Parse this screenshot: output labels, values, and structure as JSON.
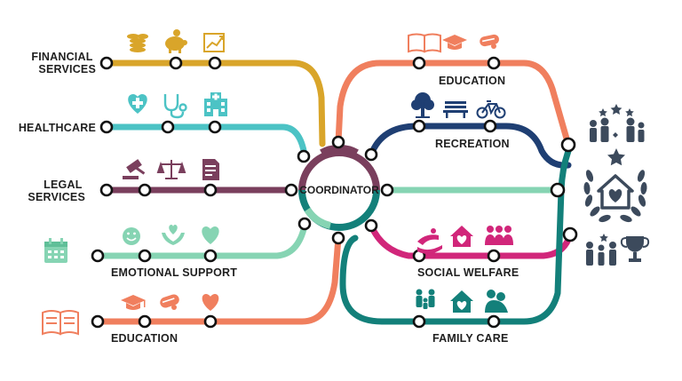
{
  "hub": {
    "label": "COORDINATOR"
  },
  "lines": [
    {
      "key": "financial",
      "label_lines": [
        "FINANCIAL",
        "SERVICES"
      ],
      "color": "#d9a52a",
      "icons": [
        "coin-stack-icon",
        "piggy-bank-icon",
        "growth-chart-icon"
      ]
    },
    {
      "key": "healthcare",
      "label_lines": [
        "HEALTHCARE"
      ],
      "color": "#4cc3c5",
      "icons": [
        "heart-cross-icon",
        "stethoscope-icon",
        "hospital-icon"
      ]
    },
    {
      "key": "legal",
      "label_lines": [
        "LEGAL",
        "SERVICES"
      ],
      "color": "#7a3f5d",
      "icons": [
        "gavel-icon",
        "scales-icon",
        "legal-document-icon"
      ]
    },
    {
      "key": "emotional",
      "label_lines": [
        "EMOTIONAL SUPPORT"
      ],
      "color": "#86d4b3",
      "icons": [
        "calendar-icon",
        "smiley-icon",
        "hands-heart-icon",
        "heart-icon"
      ]
    },
    {
      "key": "education_left",
      "label_lines": [
        "EDUCATION"
      ],
      "color": "#f07f5e",
      "icons": [
        "open-book-icon",
        "graduation-cap-icon",
        "diploma-icon",
        "heart-icon"
      ]
    },
    {
      "key": "education_right",
      "label_lines": [
        "EDUCATION"
      ],
      "color": "#f07f5e",
      "icons": [
        "open-book-icon",
        "graduation-cap-icon",
        "diploma-icon"
      ]
    },
    {
      "key": "recreation",
      "label_lines": [
        "RECREATION"
      ],
      "color": "#1f3f73",
      "icons": [
        "tree-icon",
        "park-bench-icon",
        "bicycle-icon"
      ]
    },
    {
      "key": "social",
      "label_lines": [
        "SOCIAL WELFARE"
      ],
      "color": "#d1267a",
      "icons": [
        "helping-hands-icon",
        "home-heart-icon",
        "community-icon"
      ]
    },
    {
      "key": "family",
      "label_lines": [
        "FAMILY CARE"
      ],
      "color": "#13807a",
      "icons": [
        "family-icon",
        "home-heart-icon",
        "hug-icon"
      ]
    }
  ],
  "right_icons": [
    "family-stars-icon",
    "laurel-wreath-home-icon",
    "family-trophy-icon"
  ],
  "colors": {
    "hub_ring_top": "#7a3f5d",
    "hub_ring_bottom": "#13807a",
    "icon_dark": "#3c4a5c"
  }
}
